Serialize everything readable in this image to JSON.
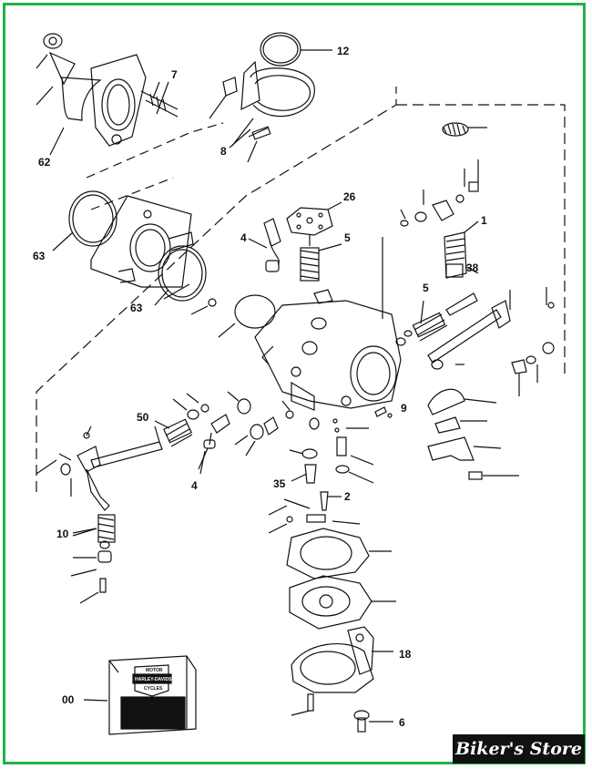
{
  "diagram": {
    "callouts": [
      "12",
      "7",
      "62",
      "8",
      "63",
      "63",
      "26",
      "4",
      "5",
      "1",
      "38",
      "5",
      "50",
      "9",
      "4",
      "35",
      "2",
      "10",
      "18",
      "00",
      "6"
    ]
  },
  "brand": {
    "text": "Biker's Store"
  },
  "box": {
    "logo_line1": "MOTOR",
    "logo_line2": "HARLEY-DAVIDSON",
    "logo_line3": "CYCLES"
  },
  "colors": {
    "frame": "#22b14c",
    "line": "#111111",
    "brand_bg": "#111111",
    "brand_text": "#ffffff"
  }
}
